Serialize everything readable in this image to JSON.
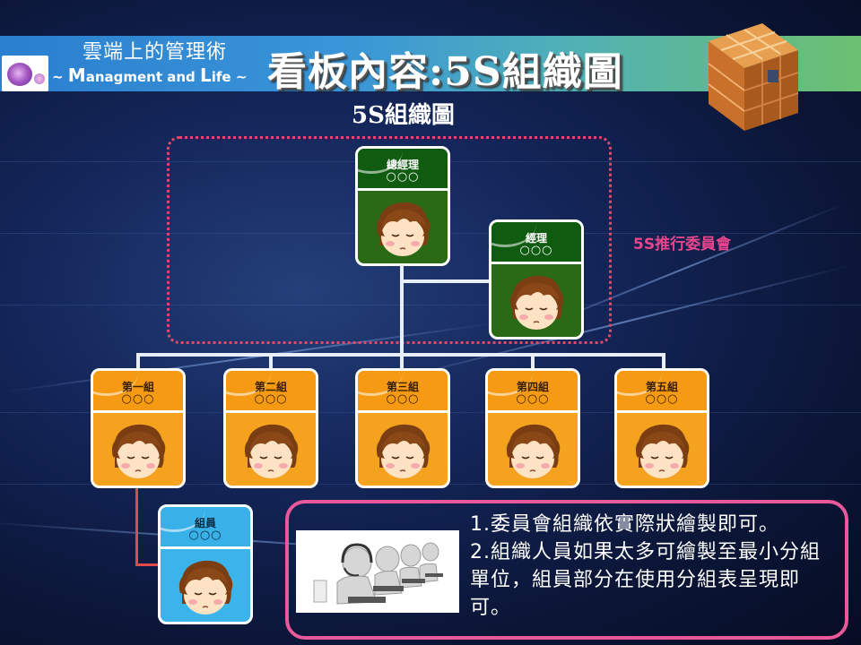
{
  "header": {
    "brand_cn": "雲端上的管理術",
    "brand_en_prefix": "~ ",
    "brand_en_m": "M",
    "brand_en_mid": "anagment and ",
    "brand_en_l": "L",
    "brand_en_suffix": "ife ~",
    "title": "看板內容:5S組織圖"
  },
  "subtitle": "5S組織圖",
  "committee_label": "5S推行委員會",
  "cards": {
    "general_manager": {
      "role": "總經理",
      "name": "○○○"
    },
    "manager": {
      "role": "經理",
      "name": "○○○"
    },
    "groups": [
      {
        "role": "第一組",
        "name": "○○○"
      },
      {
        "role": "第二組",
        "name": "○○○"
      },
      {
        "role": "第三組",
        "name": "○○○"
      },
      {
        "role": "第四組",
        "name": "○○○"
      },
      {
        "role": "第五組",
        "name": "○○○"
      }
    ],
    "member": {
      "role": "組員",
      "name": "○○○"
    }
  },
  "notes": [
    "1.委員會組織依實際狀繪製即可。",
    "2.組織人員如果太多可繪製至最小分組單位，組員部分在使用分組表呈現即可。"
  ],
  "colors": {
    "committee_border": "#e04a6a",
    "committee_label": "#e8458c",
    "note_border": "#e8589a",
    "card_green": "#0f5c10",
    "card_orange": "#f59a12",
    "card_blue": "#38b0e8"
  }
}
